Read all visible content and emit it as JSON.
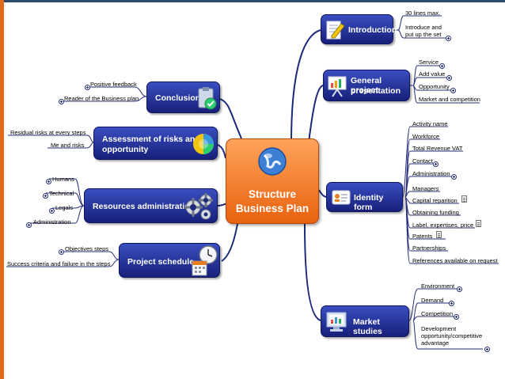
{
  "center": {
    "line1": "Structure",
    "line2": "Business Plan"
  },
  "branches": {
    "introduction": {
      "label": "Introduction",
      "items": [
        "30 lines max.",
        "Introduce and",
        "put up the set"
      ]
    },
    "general_presentation": {
      "line1": "General project",
      "line2": "presentation",
      "items": [
        "Service",
        "Add value",
        "Opportunity",
        "Market and competition"
      ]
    },
    "identity_form": {
      "label": "Identity form",
      "items": [
        "Activity name",
        "Workforce",
        "Total Revenue VAT",
        "Contact",
        "Administration",
        "Managers",
        "Capital reparition",
        "Obtaining funding",
        "Label, expertises, price",
        "Patents",
        "Partnerships",
        "References available on request"
      ]
    },
    "market_studies": {
      "label": "Market studies",
      "items": [
        "Environment",
        "Demand",
        "Competition",
        "Development",
        "opportunity/competitive",
        "advantage"
      ]
    },
    "conclusion": {
      "label": "Conclusion",
      "items": [
        "Positive feedback",
        "Reader of the Business plan"
      ]
    },
    "assessment": {
      "line1": "Assessment of risks and",
      "line2": "opportunity",
      "items": [
        "Residual risks at every steps",
        "Me and risks"
      ]
    },
    "resources": {
      "label": "Resources administration",
      "items": [
        "Humans",
        "Technical",
        "Legals",
        "Administration"
      ]
    },
    "schedule": {
      "label": "Project schedule",
      "items": [
        "Objectives steps",
        "Success criteria and failure in the steps"
      ]
    }
  },
  "colors": {
    "node_top": "#3a4ec0",
    "node_bottom": "#17207a",
    "link": "#1d2a7a",
    "center_top": "#ffa35a",
    "center_bottom": "#e8620e",
    "slide_left_bar": "#e26a1a",
    "slide_top_bar": "#2a4a6e"
  },
  "icons": [
    "globe-icon",
    "document-pen-icon",
    "presentation-board-icon",
    "id-card-icon",
    "monitor-chart-icon",
    "clipboard-check-icon",
    "pie-chart-icon",
    "gears-icon",
    "clock-calendar-icon"
  ]
}
